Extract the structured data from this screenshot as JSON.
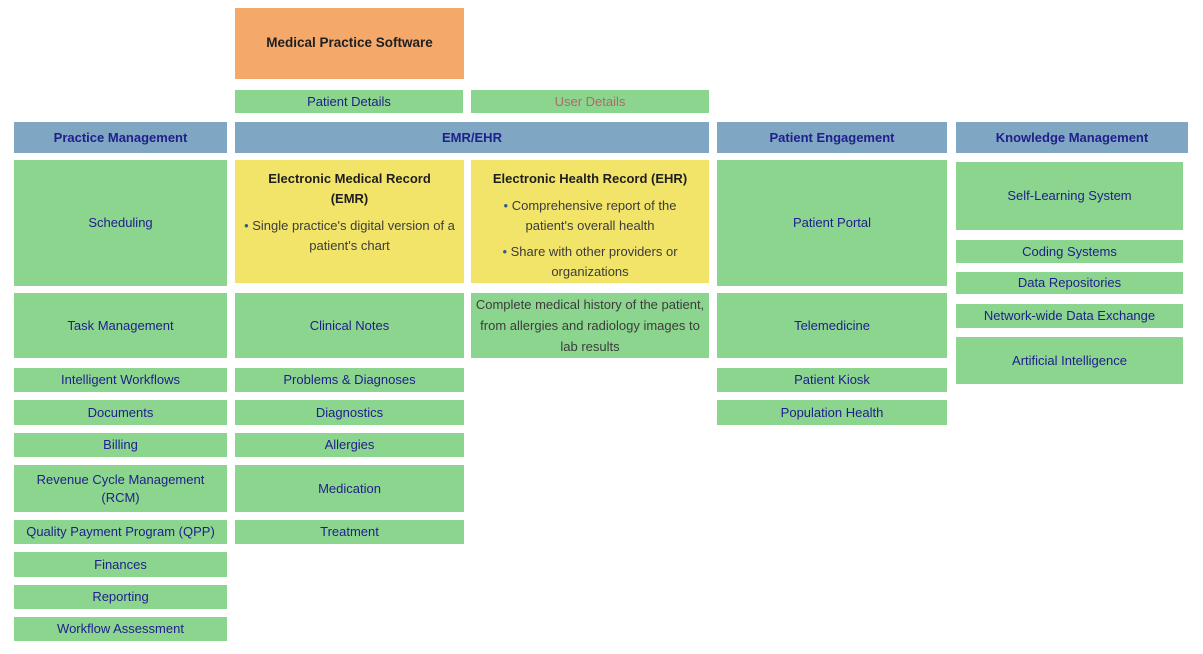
{
  "colors": {
    "green": "#8CD58F",
    "blue": "#7FA6C2",
    "orange": "#F4A96B",
    "yellow": "#F1E469",
    "navy": "#20208C",
    "rose": "#AA6B6B",
    "dark": "#3C3C3C",
    "titleblack": "#1F1F1F",
    "bullet": "#2B5D8B"
  },
  "root_box": {
    "title": "Medical Practice Software"
  },
  "detail_bars": {
    "patient": "Patient Details",
    "user": "User Details"
  },
  "columns": {
    "practice_management": {
      "header": "Practice Management",
      "items": [
        "Scheduling",
        "Task Management",
        "Intelligent Workflows",
        "Documents",
        "Billing",
        "Revenue Cycle Management (RCM)",
        "Quality Payment Program (QPP)",
        "Finances",
        "Reporting",
        "Workflow Assessment"
      ]
    },
    "emr_ehr": {
      "header": "EMR/EHR"
    },
    "patient_engagement": {
      "header": "Patient Engagement",
      "items": [
        "Patient Portal",
        "Telemedicine",
        "Patient Kiosk",
        "Population Health"
      ]
    },
    "knowledge_management": {
      "header": "Knowledge Management",
      "items": [
        "Self-Learning System",
        "Coding Systems",
        "Data Repositories",
        "Network-wide Data Exchange",
        "Artificial Intelligence"
      ]
    }
  },
  "emr": {
    "title": "Electronic Medical Record (EMR)",
    "bullets": [
      "Single practice's digital version of a patient's chart"
    ],
    "items": [
      "Clinical Notes",
      "Problems & Diagnoses",
      "Diagnostics",
      "Allergies",
      "Medication",
      "Treatment"
    ]
  },
  "ehr": {
    "title": "Electronic Health Record (EHR)",
    "bullets": [
      "Comprehensive report of the patient's overall health",
      "Share with other providers or organizations"
    ],
    "description": "Complete medical history of the patient, from allergies and radiology images to lab results"
  }
}
